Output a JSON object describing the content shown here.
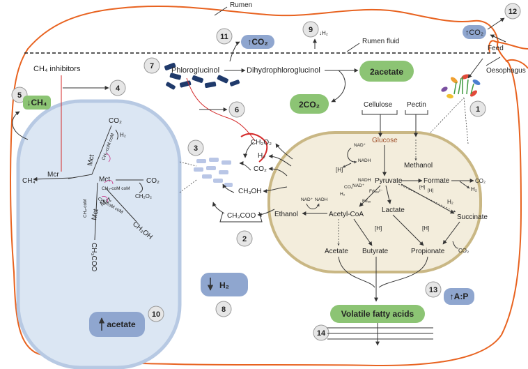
{
  "colors": {
    "rumen_wall": "#e8621f",
    "archaea_fill": "#dbe6f3",
    "archaea_stroke": "#b7c9e3",
    "bacterium_fill": "#f3eddc",
    "bacterium_stroke": "#c9b784",
    "green_pill": "#8cc474",
    "blue_pill": "#8fa6cf",
    "red_line": "#d42a2a",
    "numbered_circle": "#e6e6e6",
    "glucose_text": "#a0522d"
  },
  "regions": {
    "rumen": "Rumen",
    "rumen_fluid": "Rumen fluid",
    "feed": "Feed",
    "oesophagus": "Oesophagus"
  },
  "numbers": [
    "1",
    "2",
    "3",
    "4",
    "5",
    "6",
    "7",
    "8",
    "9",
    "10",
    "11",
    "12",
    "13",
    "14"
  ],
  "boxes": {
    "acetate_2": "2acetate",
    "co2_2": "2CO₂",
    "ch4_down": "↓CH₄",
    "co2_up_11": "↑CO₂",
    "co2_up_12": "↑CO₂",
    "h2_down": "H₂",
    "acetate_up": "acetate",
    "ap_up": "↑A:P",
    "vfa": "Volatile fatty acids"
  },
  "labels": {
    "phloroglucinol": "Phloroglucinol",
    "dihydrophloroglucinol": "Dihydrophloroglucinol",
    "h2_9": "↓H₂",
    "ch4_inhibitors": "CH₄ inhibitors",
    "cellulose": "Cellulose",
    "pectin": "Pectin",
    "glucose": "Glucose",
    "methanol": "Methanol",
    "pyruvate": "Pyruvate",
    "formate": "Formate",
    "co2_formate": "CO₂",
    "h2_formate": "H₂",
    "h_brackets": "[H]",
    "h2_plain": "H₂",
    "succinate": "Succinate",
    "co2_succ": "CO₂",
    "lactate": "Lactate",
    "acetyl_coa": "Acetyl-CoA",
    "ethanol": "Ethanol",
    "acetate": "Acetate",
    "butyrate": "Butyrate",
    "propionate": "Propionate",
    "nad_plus": "NAD⁺",
    "nadh": "NADH",
    "fd_red": "Fdᵣₑₔ²⁻",
    "fd_ox": "Fdₒₓ",
    "co2_small": "CO₂",
    "h2_small": "H₂"
  },
  "intermediates": {
    "ch2o2": "CH₂O₂",
    "h2": "H₂",
    "co2": "CO₂",
    "ch3oh": "CH₃OH",
    "ch3coo": "CH₃COO"
  },
  "archaea": {
    "ch4": "CH₄",
    "mcr": "Mcr",
    "mct": "Mct",
    "co2_top": "CO₂",
    "h2_top": "H₂",
    "co2_right": "CO₂",
    "ch2o2": "CH₂O₂",
    "ch3oh": "CH₃OH",
    "ch3coo": "CH₃COO",
    "ch3_com": "CH₃-coM",
    "ch3_com_short": "CH₃-coM coM"
  }
}
